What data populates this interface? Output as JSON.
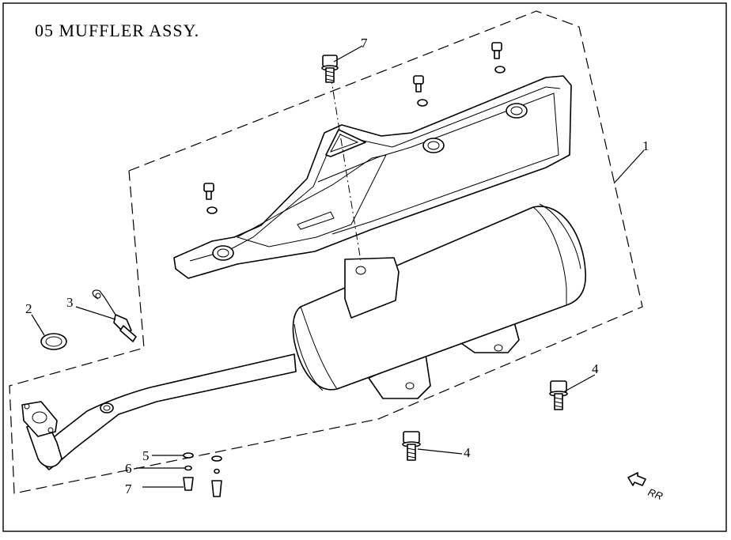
{
  "diagram": {
    "title": "05   MUFFLER ASSY.",
    "direction_label": "RR",
    "callouts": [
      {
        "id": "c1",
        "label": "1"
      },
      {
        "id": "c2",
        "label": "2"
      },
      {
        "id": "c3",
        "label": "3"
      },
      {
        "id": "c4a",
        "label": "4"
      },
      {
        "id": "c4b",
        "label": "4"
      },
      {
        "id": "c5",
        "label": "5"
      },
      {
        "id": "c6",
        "label": "6"
      },
      {
        "id": "c7a",
        "label": "7"
      },
      {
        "id": "c7b",
        "label": "7"
      }
    ]
  }
}
